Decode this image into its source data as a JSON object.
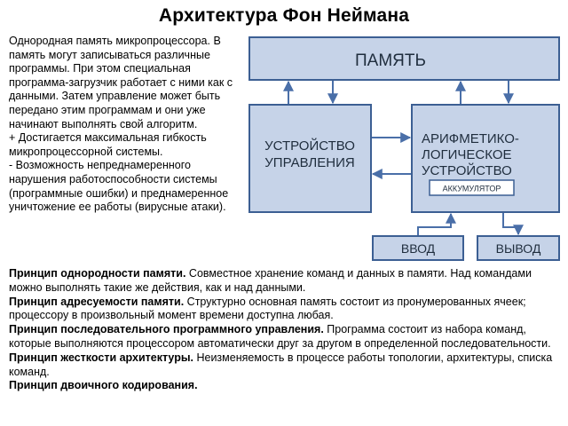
{
  "title": "Архитектура Фон Неймана",
  "side_text": [
    "Однородная память микропроцессора. В память могут записываться различные программы. При этом специальная программа-загрузчик работает с ними как с данными. Затем управление может быть передано этим программам и они уже начинают выполнять свой алгоритм.",
    "+ Достигается максимальная гибкость микропроцессорной системы.",
    "- Возможность непреднамеренного нарушения работоспособности системы (программные ошибки) и преднамеренное уничтожение ее работы (вирусные атаки)."
  ],
  "diagram": {
    "memory_label": "ПАМЯТЬ",
    "control_label": [
      "УСТРОЙСТВО",
      "УПРАВЛЕНИЯ"
    ],
    "alu_label": [
      "АРИФМЕТИКО-",
      "ЛОГИЧЕСКОЕ",
      "УСТРОЙСТВО"
    ],
    "accumulator_label": "АККУМУЛЯТОР",
    "input_label": "ВВОД",
    "output_label": "ВЫВОД",
    "box_fill": "#c6d3e8",
    "box_stroke": "#3c5f93",
    "arrow_color": "#4a6fa8"
  },
  "principles": [
    {
      "head": "Принцип однородности памяти.",
      "body": " Совместное хранение команд и данных в памяти. Над командами можно выполнять такие же действия, как и над данными."
    },
    {
      "head": "Принцип адресуемости памяти.",
      "body": " Структурно основная память состоит из пронумерованных ячеек; процессору в произвольный момент времени доступна любая."
    },
    {
      "head": "Принцип последовательного программного управления.",
      "body": " Программа состоит из набора команд, которые выполняются процессором автоматически друг за другом в определенной последовательности."
    },
    {
      "head": "Принцип жесткости архитектуры.",
      "body": " Неизменяемость в процессе работы топологии, архитектуры, списка команд."
    },
    {
      "head": "Принцип двоичного кодирования.",
      "body": ""
    }
  ]
}
